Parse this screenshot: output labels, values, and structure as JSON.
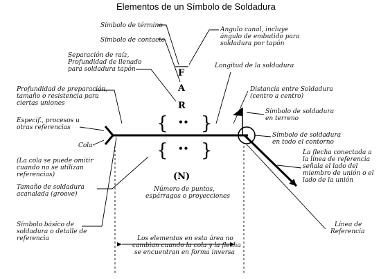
{
  "title": "Elementos de un Símbolo de Soldadura",
  "symbols": {
    "f": "F",
    "a": "A",
    "r": "R",
    "n": "(N)",
    "dots": "••"
  },
  "labels": {
    "simbolo_termino": "Símbolo de término",
    "simbolo_contacto": "Símbolo de contacto",
    "separacion_raiz": [
      "Separación de raíz,",
      "Profundidad de llenado",
      "para soldadura tapón"
    ],
    "profundidad_preparacion": [
      "Profundidad de preparación,",
      "tamaño o resistencia para",
      "ciertas uniones"
    ],
    "especif": [
      "Especif., procesos u",
      "otras referencias"
    ],
    "cola": "Cola",
    "cola_omitir": [
      "(La cola se puede omitir",
      "cuando no se utilizan",
      "referencias)"
    ],
    "tamano_soldadura": [
      "Tamaño de soldadura",
      "acanalada (groove)"
    ],
    "simbolo_basico": [
      "Símbolo básico de",
      "soldadura o detalle de",
      "referencia"
    ],
    "angulo_canal": [
      "Angulo canal, incluye",
      "ángulo de embutido para",
      "soldadura por tapón"
    ],
    "longitud": "Longitud de la soldadura",
    "distancia": [
      "Distancia entre Soldadura",
      "(centro a centro)"
    ],
    "terreno": [
      "Símbolo de soldadura",
      "en terreno"
    ],
    "contorno": [
      "Símbolo de soldadura",
      "en todo el contorno"
    ],
    "flecha_conectada": [
      "La flecha conectada a",
      "la línea de referencia",
      "señala el lado del",
      "miembro de unión o el",
      "lado de la unión"
    ],
    "numero_puntos": [
      "Número de puntos,",
      "espárragos o proyecciones"
    ],
    "linea_referencia": [
      "Línea de",
      "Referencia"
    ],
    "elementos_area": [
      "Los elementos en esta área no",
      "cambian cuando la cola y la flecha",
      "se encuentran en forma inversa"
    ]
  }
}
